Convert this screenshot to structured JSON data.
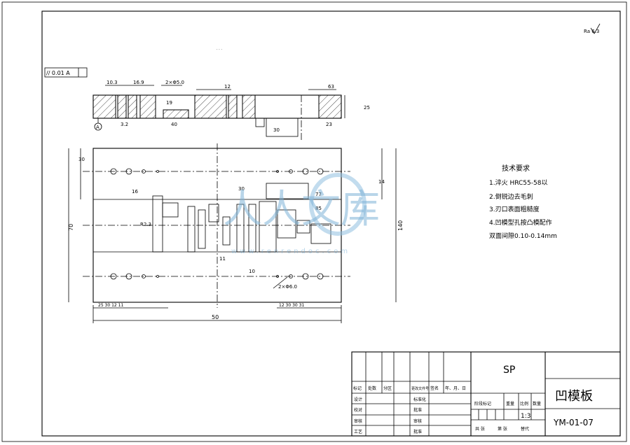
{
  "drawing": {
    "surface_finish_mark": "Ra 6.3",
    "flatness_tolerance": "// 0.01 A",
    "datum_label": "A",
    "note_title": "技术要求",
    "notes": [
      "1.淬火 HRC55-58以",
      "2.倒锐边去毛刺",
      "3.刃口表面粗糙度",
      "4.凹模型孔按凸模配作",
      "双面间隙0.10-0.14mm"
    ],
    "dimensions": {
      "overall_width": "50",
      "left_height": "70",
      "right_height": "140",
      "hole_dia_note": "2×Φ6.0",
      "dim_16": "16",
      "dim_30": "30",
      "dim_77": "77",
      "dim_85": "85",
      "dim_12": "12",
      "dim_19": "19",
      "dim_40": "40",
      "dim_11": "11"
    },
    "watermark": {
      "text": "人人文库",
      "url": "www.renrendoc.com"
    }
  },
  "title_block": {
    "material": "SP",
    "part_name": "凹模板",
    "drawing_no": "YM-01-07",
    "scale_value": "1:3",
    "row_labels": [
      "设计",
      "校对",
      "审核",
      "工艺"
    ],
    "row_labels_right": [
      "标准化",
      "批准",
      "审核",
      "批准"
    ],
    "header_labels": [
      "标记",
      "处数",
      "分区",
      "更改文件号",
      "签名",
      "年、月、日"
    ],
    "stage_labels": [
      "阶段标记",
      "重量",
      "比例",
      "数量"
    ],
    "sheet_labels": [
      "共 张",
      "第 张",
      "替代"
    ]
  }
}
